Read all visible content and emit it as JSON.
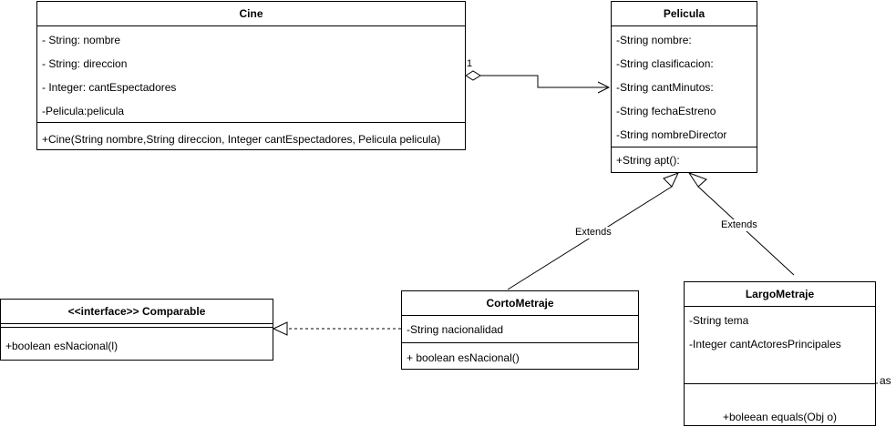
{
  "classes": {
    "cine": {
      "name": "Cine",
      "attributes": [
        "- String: nombre",
        "- String: direccion",
        "- Integer: cantEspectadores",
        "-Pelicula:pelicula"
      ],
      "operations": [
        "+Cine(String nombre,String direccion, Integer cantEspectadores, Pelicula pelicula)"
      ]
    },
    "pelicula": {
      "name": "Pelicula",
      "attributes": [
        "-String nombre:",
        "-String clasificacion:",
        "-String cantMinutos:",
        "-String fechaEstreno",
        "-String nombreDirector"
      ],
      "operations": [
        "+String apt():"
      ]
    },
    "comparable": {
      "name": "<<interface>> Comparable",
      "attributes": [],
      "operations": [
        "+boolean esNacional(l)"
      ]
    },
    "cortometraje": {
      "name": "CortoMetraje",
      "attributes": [
        "-String nacionalidad"
      ],
      "operations": [
        "+ boolean esNacional()"
      ]
    },
    "largometraje": {
      "name": "LargoMetraje",
      "attributes": [
        "-String tema",
        "-Integer cantActoresPrincipales"
      ],
      "operations": [
        "+boleean equals(Obj o)"
      ]
    }
  },
  "relations": {
    "cine_pelicula_multiplicity": "1",
    "corto_extends": "Extends",
    "largo_extends": "Extends"
  },
  "stray_text": "as"
}
